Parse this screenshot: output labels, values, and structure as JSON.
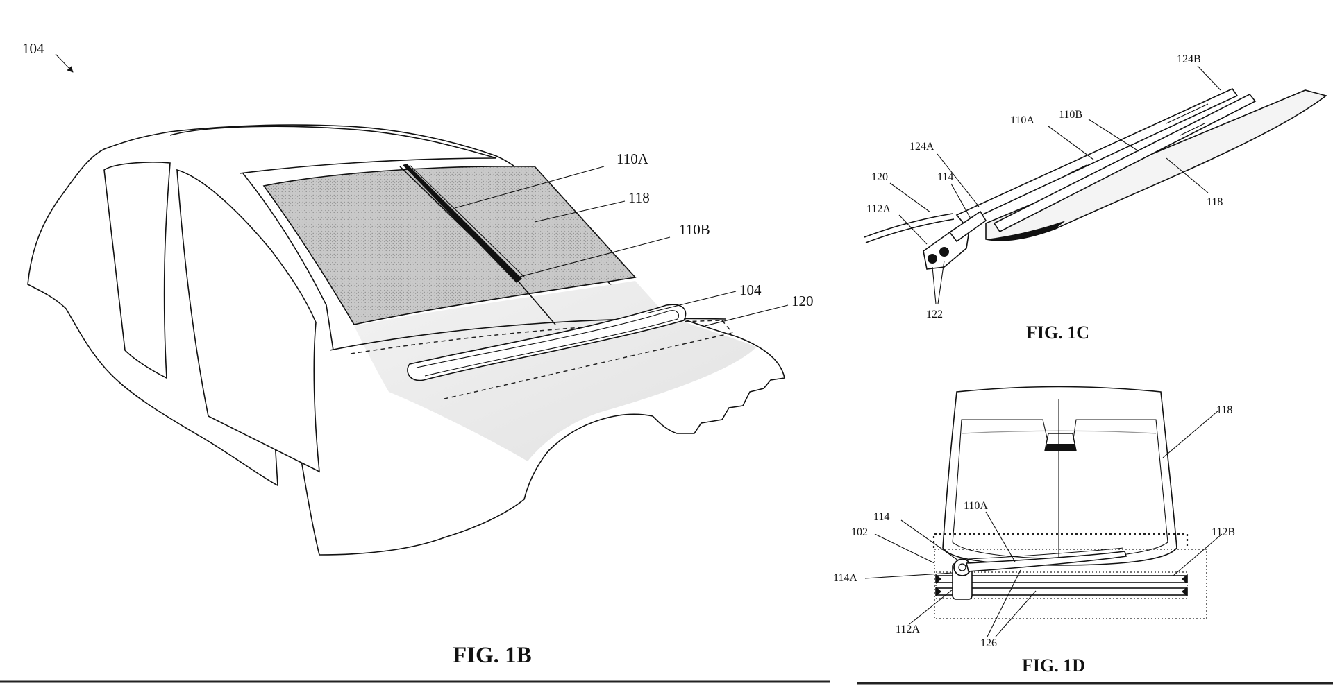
{
  "figures": {
    "fig1b": {
      "caption": "FIG. 1B",
      "labels": {
        "ref_104_top": "104",
        "ref_110a": "110A",
        "ref_118": "118",
        "ref_110b": "110B",
        "ref_104": "104",
        "ref_120": "120"
      }
    },
    "fig1c": {
      "caption": "FIG. 1C",
      "labels": {
        "ref_124b": "124B",
        "ref_110a": "110A",
        "ref_110b": "110B",
        "ref_124a": "124A",
        "ref_120": "120",
        "ref_114": "114",
        "ref_112a": "112A",
        "ref_118": "118",
        "ref_122": "122"
      }
    },
    "fig1d": {
      "caption": "FIG. 1D",
      "labels": {
        "ref_118": "118",
        "ref_114": "114",
        "ref_110a": "110A",
        "ref_102": "102",
        "ref_112b": "112B",
        "ref_114a": "114A",
        "ref_112a": "112A",
        "ref_126": "126"
      }
    }
  }
}
